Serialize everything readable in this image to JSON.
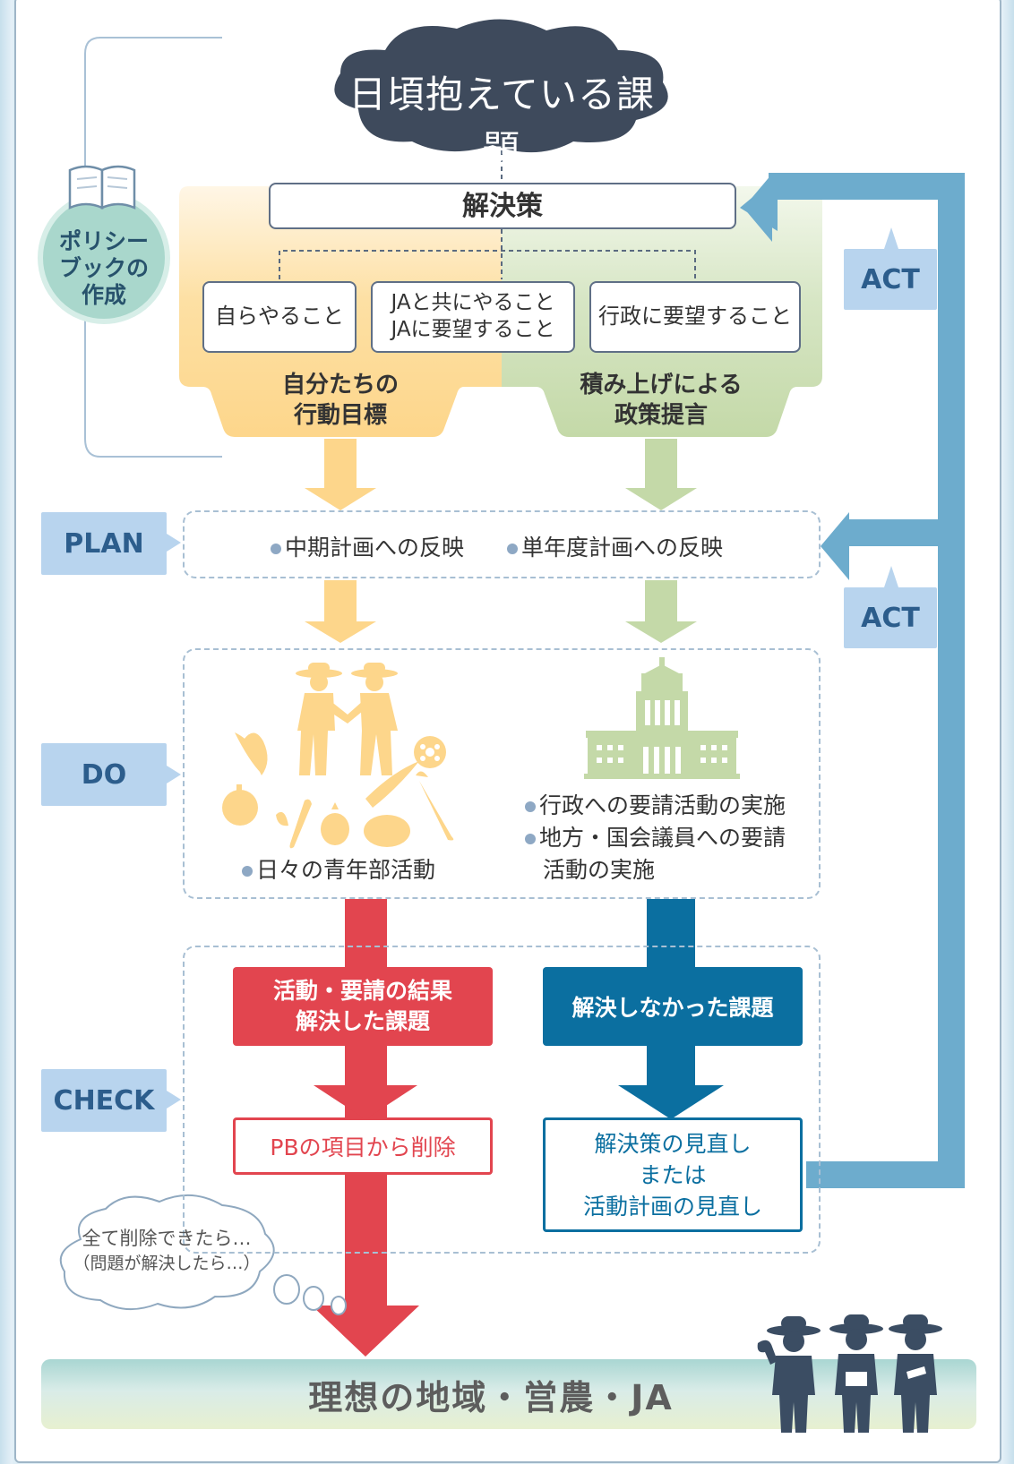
{
  "cloud": {
    "title": "日頃抱えている課題"
  },
  "solution": {
    "label": "解決策"
  },
  "options": {
    "self": "自らやること",
    "ja_line1": "JAと共にやること",
    "ja_line2": "JAに要望すること",
    "gov": "行政に要望すること"
  },
  "goals": {
    "left_line1": "自分たちの",
    "left_line2": "行動目標",
    "right_line1": "積み上げによる",
    "right_line2": "政策提言"
  },
  "policy_book": {
    "line1": "ポリシー",
    "line2": "ブックの",
    "line3": "作成"
  },
  "stages": {
    "plan": "PLAN",
    "do": "DO",
    "check": "CHECK",
    "act1": "ACT",
    "act2": "ACT"
  },
  "plan": {
    "item1": "中期計画への反映",
    "item2": "単年度計画への反映"
  },
  "do": {
    "left_item": "日々の青年部活動",
    "right_item1": "行政への要請活動の実施",
    "right_item2_line1": "地方・国会議員への要請",
    "right_item2_line2": "活動の実施"
  },
  "check": {
    "solved_line1": "活動・要請の結果",
    "solved_line2": "解決した課題",
    "unsolved": "解決しなかった課題",
    "remove": "PBの項目から削除",
    "review_line1": "解決策の見直し",
    "review_line2": "または",
    "review_line3": "活動計画の見直し"
  },
  "thought": {
    "line1": "全て削除できたら…",
    "line2": "（問題が解決したら…）"
  },
  "ideal": {
    "label": "理想の地域・営農・JA"
  },
  "colors": {
    "orange": "#fdd68b",
    "green": "#c4d9a8",
    "red": "#e2454f",
    "blue": "#0b6fa0",
    "act_arrow": "#6daccd",
    "stage_bg": "#b8d4ee",
    "cloud": "#3e4a5c",
    "people": "#3b4d63"
  },
  "icons": {
    "book": "open-book-icon",
    "farmers": "farmers-handshake-icon",
    "vegetables": "vegetables-icon",
    "parliament": "parliament-building-icon",
    "people": "farmer-group-icon"
  }
}
